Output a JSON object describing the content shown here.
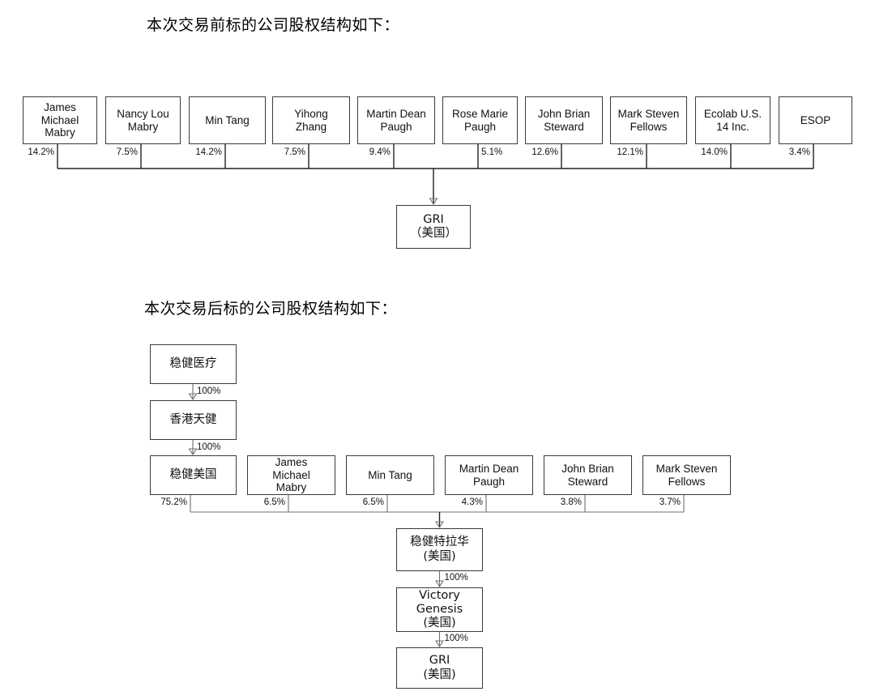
{
  "document": {
    "type": "ownership-structure-diagram",
    "language": "zh-CN"
  },
  "captions": {
    "before": "本次交易前标的公司股权结构如下：",
    "after": "本次交易后标的公司股权结构如下："
  },
  "before_transaction": {
    "target_company": {
      "name": "GRI",
      "locale": "（美国）"
    },
    "shareholders": [
      {
        "name_lines": [
          "James",
          "Michael",
          "Mabry"
        ],
        "percent": "14.2%",
        "pct_side": "left"
      },
      {
        "name_lines": [
          "Nancy Lou",
          "Mabry"
        ],
        "percent": "7.5%",
        "pct_side": "left"
      },
      {
        "name_lines": [
          "Min Tang"
        ],
        "percent": "14.2%",
        "pct_side": "left"
      },
      {
        "name_lines": [
          "Yihong",
          "Zhang"
        ],
        "percent": "7.5%",
        "pct_side": "left"
      },
      {
        "name_lines": [
          "Martin Dean",
          "Paugh"
        ],
        "percent": "9.4%",
        "pct_side": "left"
      },
      {
        "name_lines": [
          "Rose Marie",
          "Paugh"
        ],
        "percent": "5.1%",
        "pct_side": "right"
      },
      {
        "name_lines": [
          "John Brian",
          "Steward"
        ],
        "percent": "12.6%",
        "pct_side": "left"
      },
      {
        "name_lines": [
          "Mark Steven",
          "Fellows"
        ],
        "percent": "12.1%",
        "pct_side": "left"
      },
      {
        "name_lines": [
          "Ecolab U.S.",
          "14 Inc."
        ],
        "percent": "14.0%",
        "pct_side": "left"
      },
      {
        "name_lines": [
          "ESOP"
        ],
        "percent": "3.4%",
        "pct_side": "left"
      }
    ]
  },
  "after_transaction": {
    "parent_chain": [
      {
        "name": "稳健医疗",
        "percent_to_next": "100%"
      },
      {
        "name": "香港天健",
        "percent_to_next": "100%"
      },
      {
        "name": "稳健美国",
        "percent_to_next": null
      }
    ],
    "shareholders": [
      {
        "name_lines": [
          "稳健美国"
        ],
        "percent": "75.2%",
        "is_chain_tail": true
      },
      {
        "name_lines": [
          "James",
          "Michael",
          "Mabry"
        ],
        "percent": "6.5%",
        "is_chain_tail": false
      },
      {
        "name_lines": [
          "Min Tang"
        ],
        "percent": "6.5%",
        "is_chain_tail": false
      },
      {
        "name_lines": [
          "Martin Dean",
          "Paugh"
        ],
        "percent": "4.3%",
        "is_chain_tail": false
      },
      {
        "name_lines": [
          "John Brian",
          "Steward"
        ],
        "percent": "3.8%",
        "is_chain_tail": false
      },
      {
        "name_lines": [
          "Mark Steven",
          "Fellows"
        ],
        "percent": "3.7%",
        "is_chain_tail": false
      }
    ],
    "subsidiary_chain": [
      {
        "name": "稳健特拉华",
        "locale": "(美国)",
        "percent_to_next": "100%"
      },
      {
        "name": "Victory Genesis",
        "name_lines": [
          "Victory",
          "Genesis"
        ],
        "locale": "(美国)",
        "percent_to_next": "100%"
      },
      {
        "name": "GRI",
        "locale": "(美国)",
        "percent_to_next": null
      }
    ]
  },
  "style": {
    "box_border": "#3a3a3a",
    "wire": "#6f6f6f",
    "text": "#111111",
    "background": "#ffffff"
  }
}
